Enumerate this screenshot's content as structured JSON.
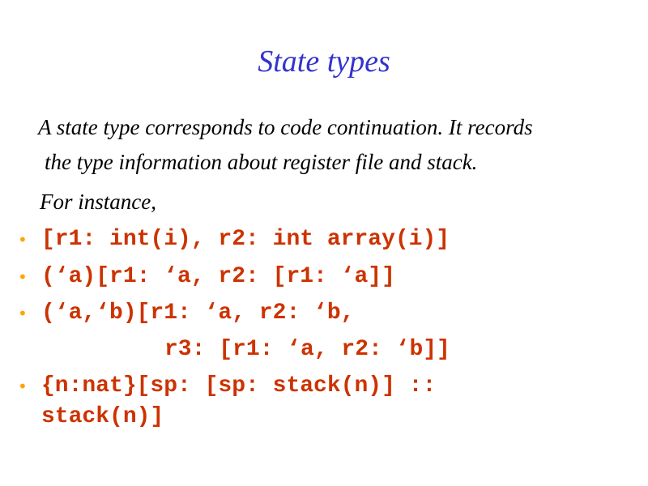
{
  "slide": {
    "title": "State types",
    "intro_line_1": "A state type corresponds to code continuation. It records",
    "intro_line_2": "the type information about register file and stack.",
    "intro_line_3": "For instance,",
    "bullet_glyph": "•",
    "bullets": [
      {
        "lines": [
          "[r1: int(i), r2: int array(i)]"
        ]
      },
      {
        "lines": [
          "(‘a)[r1: ‘a, r2: [r1: ‘a]]"
        ]
      },
      {
        "lines": [
          "(‘a,‘b)[r1: ‘a, r2: ‘b,",
          "r3: [r1: ‘a, r2: ‘b]]"
        ]
      },
      {
        "lines": [
          "{n:nat}[sp: [sp: stack(n)] ::",
          "stack(n)]"
        ]
      }
    ],
    "colors": {
      "title": "#3333cc",
      "body_text": "#000000",
      "code": "#cc3300",
      "bullet": "#ffa500"
    }
  }
}
